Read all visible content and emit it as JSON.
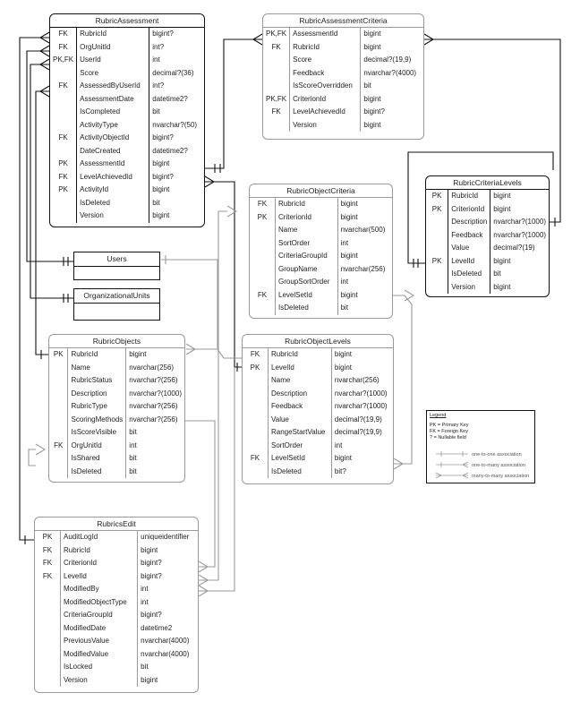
{
  "entities": {
    "rubric_assessment": {
      "title": "RubricAssessment",
      "rows": [
        [
          "FK",
          "RubricId",
          "bigint?"
        ],
        [
          "FK",
          "OrgUnitId",
          "int?"
        ],
        [
          "PK,FK",
          "UserId",
          "int"
        ],
        [
          "",
          "Score",
          "decimal?(36)"
        ],
        [
          "FK",
          "AssessedByUserId",
          "int?"
        ],
        [
          "",
          "AssessmentDate",
          "datetime2?"
        ],
        [
          "",
          "IsCompleted",
          "bit"
        ],
        [
          "",
          "ActivityType",
          "nvarchar?(50)"
        ],
        [
          "FK",
          "ActivityObjectId",
          "bigint?"
        ],
        [
          "",
          "DateCreated",
          "datetime2?"
        ],
        [
          "PK",
          "AssessmentId",
          "bigint"
        ],
        [
          "FK",
          "LevelAchievedId",
          "bigint?"
        ],
        [
          "PK",
          "ActivityId",
          "bigint"
        ],
        [
          "",
          "IsDeleted",
          "bit"
        ],
        [
          "",
          "Version",
          "bigint"
        ]
      ]
    },
    "rubric_assessment_criteria": {
      "title": "RubricAssessmentCriteria",
      "rows": [
        [
          "PK,FK",
          "AssessmentId",
          "bigint"
        ],
        [
          "FK",
          "RubricId",
          "bigint"
        ],
        [
          "",
          "Score",
          "decimal?(19,9)"
        ],
        [
          "",
          "Feedback",
          "nvarchar?(4000)"
        ],
        [
          "",
          "IsScoreOverridden",
          "bit"
        ],
        [
          "PK,FK",
          "CriterionId",
          "bigint"
        ],
        [
          "FK",
          "LevelAchievedId",
          "bigint?"
        ],
        [
          "",
          "Version",
          "bigint"
        ]
      ]
    },
    "rubric_criteria_levels": {
      "title": "RubricCriteriaLevels",
      "rows": [
        [
          "PK",
          "RubricId",
          "bigint"
        ],
        [
          "PK",
          "CriterionId",
          "bigint"
        ],
        [
          "",
          "Description",
          "nvarchar?(1000)"
        ],
        [
          "",
          "Feedback",
          "nvarchar?(1000)"
        ],
        [
          "",
          "Value",
          "decimal?(19)"
        ],
        [
          "PK",
          "LevelId",
          "bigint"
        ],
        [
          "",
          "IsDeleted",
          "bit"
        ],
        [
          "",
          "Version",
          "bigint"
        ]
      ]
    },
    "rubric_object_criteria": {
      "title": "RubricObjectCriteria",
      "rows": [
        [
          "FK",
          "RubricId",
          "bigint"
        ],
        [
          "PK",
          "CriterionId",
          "bigint"
        ],
        [
          "",
          "Name",
          "nvarchar(500)"
        ],
        [
          "",
          "SortOrder",
          "int"
        ],
        [
          "",
          "CriteriaGroupId",
          "bigint"
        ],
        [
          "",
          "GroupName",
          "nvarchar(256)"
        ],
        [
          "",
          "GroupSortOrder",
          "int"
        ],
        [
          "FK",
          "LevelSetId",
          "bigint"
        ],
        [
          "",
          "IsDeleted",
          "bit"
        ]
      ]
    },
    "rubric_objects": {
      "title": "RubricObjects",
      "rows": [
        [
          "PK",
          "RubricId",
          "bigint"
        ],
        [
          "",
          "Name",
          "nvarchar(256)"
        ],
        [
          "",
          "RubricStatus",
          "nvarchar?(256)"
        ],
        [
          "",
          "Description",
          "nvarchar?(1000)"
        ],
        [
          "",
          "RubricType",
          "nvarchar?(256)"
        ],
        [
          "",
          "ScoringMethods",
          "nvarchar?(256)"
        ],
        [
          "",
          "IsScoreVisible",
          "bit"
        ],
        [
          "FK",
          "OrgUnitId",
          "int"
        ],
        [
          "",
          "IsShared",
          "bit"
        ],
        [
          "",
          "IsDeleted",
          "bit"
        ]
      ]
    },
    "rubric_object_levels": {
      "title": "RubricObjectLevels",
      "rows": [
        [
          "FK",
          "RubricId",
          "bigint"
        ],
        [
          "PK",
          "LevelId",
          "bigint"
        ],
        [
          "",
          "Name",
          "nvarchar(256)"
        ],
        [
          "",
          "Description",
          "nvarchar?(1000)"
        ],
        [
          "",
          "Feedback",
          "nvarchar?(1000)"
        ],
        [
          "",
          "Value",
          "decimal?(19,9)"
        ],
        [
          "",
          "RangeStartValue",
          "decimal?(19,9)"
        ],
        [
          "",
          "SortOrder",
          "int"
        ],
        [
          "FK",
          "LevelSetId",
          "bigint"
        ],
        [
          "",
          "IsDeleted",
          "bit?"
        ]
      ]
    },
    "rubrics_edit": {
      "title": "RubricsEdit",
      "rows": [
        [
          "PK",
          "AuditLogId",
          "uniqueidentifier"
        ],
        [
          "FK",
          "RubricId",
          "bigint"
        ],
        [
          "FK",
          "CriterionId",
          "bigint?"
        ],
        [
          "FK",
          "LevelId",
          "bigint?"
        ],
        [
          "",
          "ModifiedBy",
          "int"
        ],
        [
          "",
          "ModifiedObjectType",
          "int"
        ],
        [
          "",
          "CriteriaGroupId",
          "bigint?"
        ],
        [
          "",
          "ModifiedDate",
          "datetime2"
        ],
        [
          "",
          "PreviousValue",
          "nvarchar(4000)"
        ],
        [
          "",
          "ModifiedValue",
          "nvarchar(4000)"
        ],
        [
          "",
          "IsLocked",
          "bit"
        ],
        [
          "",
          "Version",
          "bigint"
        ]
      ]
    }
  },
  "boxes": {
    "users": {
      "title": "Users"
    },
    "org_units": {
      "title": "OrganizationalUnits"
    }
  },
  "legend": {
    "title": "Legend",
    "lines": [
      "PK = Primary Key",
      "FK = Foreign Key",
      "? = Nullable field"
    ],
    "one_to_one": "one-to-one association",
    "one_to_many": "one-to-many association",
    "many_to_many": "many-to-many association"
  },
  "colors": {
    "strong": "#111111",
    "weak": "#9a9a9a"
  }
}
